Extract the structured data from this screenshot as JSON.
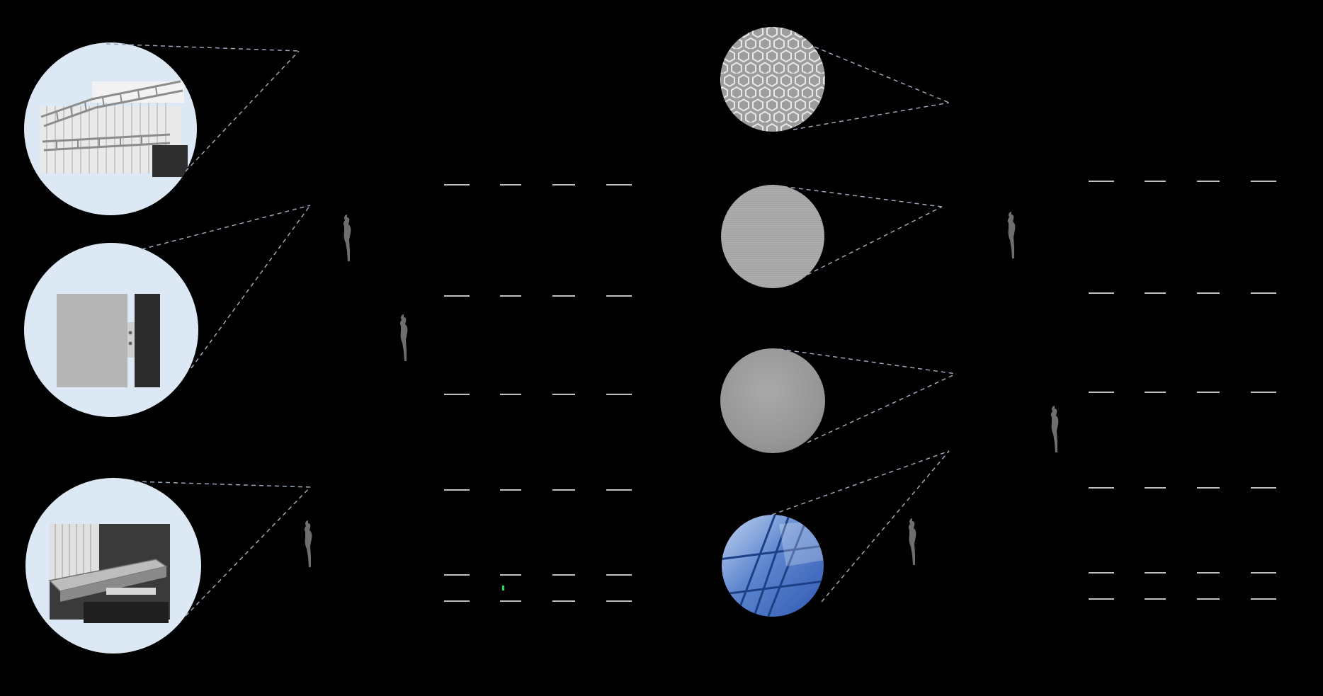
{
  "colors": {
    "background": "#000000",
    "detail_bubble_fill": "#dce9f5",
    "leader_line": "#9aa6b8",
    "level_line": "#ffffff",
    "human_figure": "#6e6e6e",
    "swatch_grey": "#9d9d9d",
    "swatch_glass": "#4a78c8"
  },
  "detail_bubbles": [
    {
      "name": "detail-bubble-roof-frame",
      "icon": "roof-truss-detail"
    },
    {
      "name": "detail-bubble-panel-joint",
      "icon": "panel-joint-detail"
    },
    {
      "name": "detail-bubble-base-rail",
      "icon": "base-rail-detail"
    }
  ],
  "material_swatches": [
    {
      "name": "swatch-hexagon-mesh",
      "icon": "hexagon-mesh-texture"
    },
    {
      "name": "swatch-brushed-metal",
      "icon": "brushed-metal-texture"
    },
    {
      "name": "swatch-concrete",
      "icon": "concrete-texture"
    },
    {
      "name": "swatch-blue-glass",
      "icon": "blue-glass-facade-texture"
    }
  ],
  "scale_figures": [
    {
      "name": "scale-figure-1",
      "icon": "human-figure"
    },
    {
      "name": "scale-figure-2",
      "icon": "human-figure"
    },
    {
      "name": "scale-figure-3",
      "icon": "human-figure"
    },
    {
      "name": "scale-figure-4",
      "icon": "human-figure"
    },
    {
      "name": "scale-figure-5",
      "icon": "human-figure"
    },
    {
      "name": "scale-figure-6",
      "icon": "human-figure"
    }
  ]
}
